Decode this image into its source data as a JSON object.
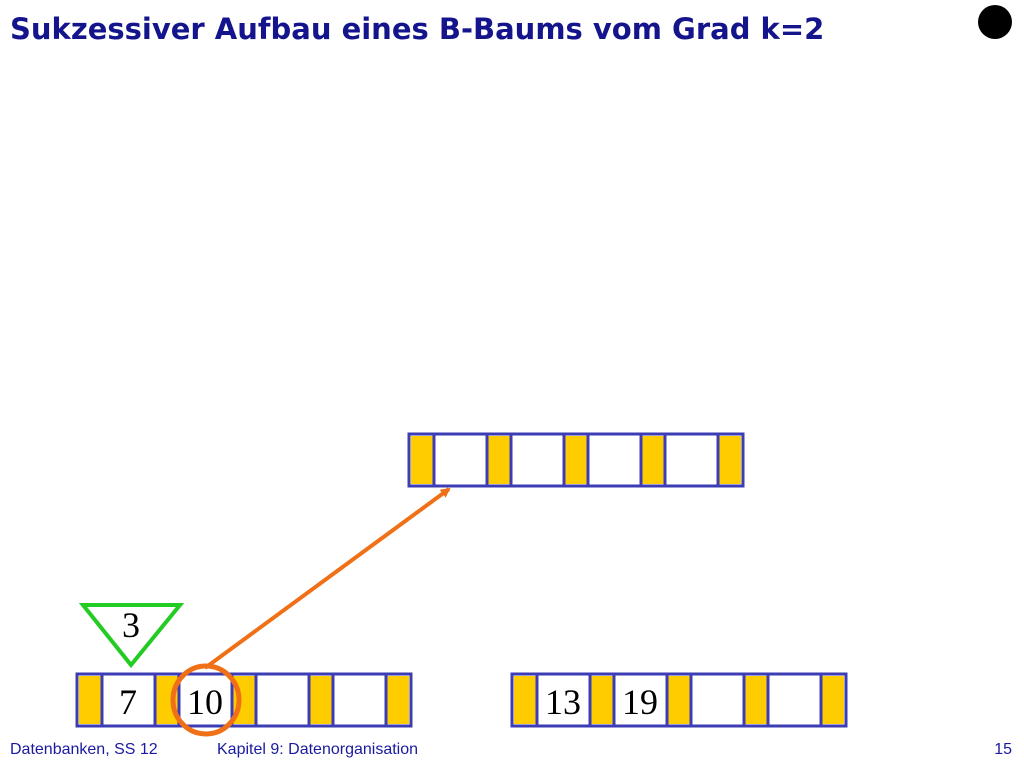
{
  "title": "Sukzessiver Aufbau eines B-Baums vom Grad k=2",
  "footer": {
    "course": "Datenbanken, SS 12",
    "chapter": "Kapitel 9: Datenorganisation",
    "page": "15"
  },
  "tree": {
    "degree_k": 2,
    "inserting_key": "3",
    "highlighted_key": "10",
    "nodes": [
      {
        "id": "new-root",
        "keys": [
          "",
          "",
          "",
          ""
        ]
      },
      {
        "id": "left-leaf",
        "keys": [
          "7",
          "10",
          "",
          ""
        ]
      },
      {
        "id": "right-leaf",
        "keys": [
          "13",
          "19",
          "",
          ""
        ]
      }
    ]
  },
  "colors": {
    "title": "#14148c",
    "node_border": "#3c3cb4",
    "pointer": "#ffcc00",
    "promote_arrow": "#f07018",
    "highlight_circle": "#f07018",
    "insert_triangle": "#22cc22"
  }
}
